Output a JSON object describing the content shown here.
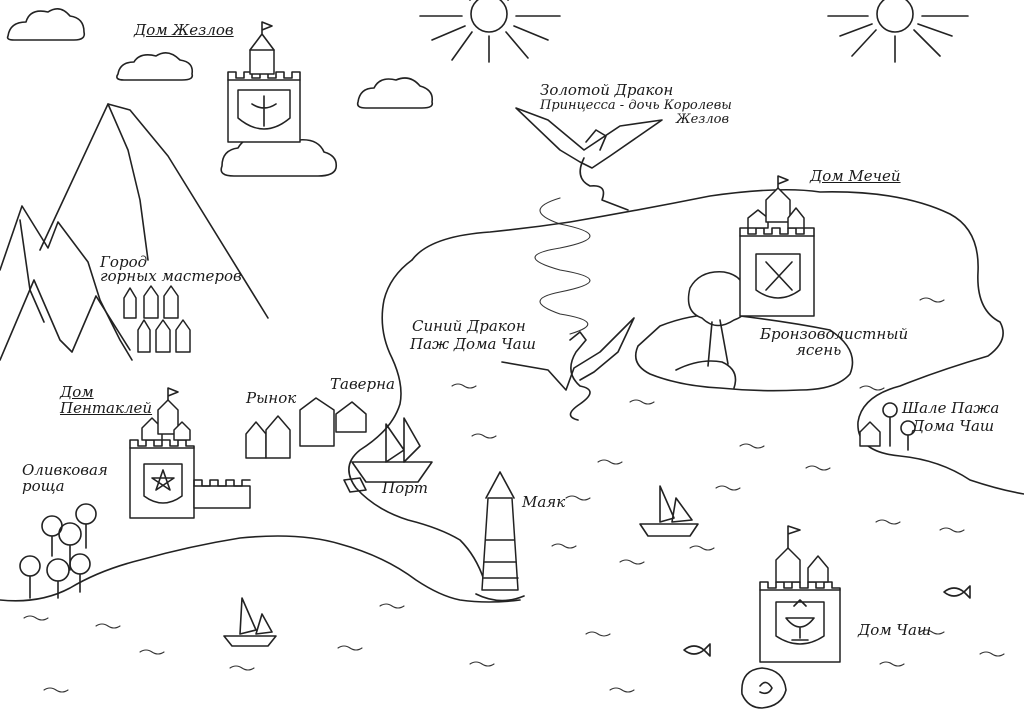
{
  "labels": {
    "house_of_wands": "Дом Жезлов",
    "golden_dragon_line1": "Золотой Дракон",
    "golden_dragon_line2": "Принцесса - дочь Королевы",
    "golden_dragon_line3": "Жезлов",
    "house_of_swords": "Дом Мечей",
    "mountain_town_line1": "Город",
    "mountain_town_line2": "горных мастеров",
    "blue_dragon_line1": "Синий Дракон",
    "blue_dragon_line2": "Паж Дома Чаш",
    "bronze_ash_line1": "Бронзоволистный",
    "bronze_ash_line2": "ясень",
    "house_of_pentacles_line1": "Дом",
    "house_of_pentacles_line2": "Пентаклей",
    "market": "Рынок",
    "tavern": "Таверна",
    "page_chalet_line1": "Шале Пажа",
    "page_chalet_line2": "Дома Чаш",
    "olive_grove_line1": "Оливковая",
    "olive_grove_line2": "роща",
    "port": "Порт",
    "lighthouse": "Маяк",
    "house_of_cups": "Дом Чаш"
  }
}
